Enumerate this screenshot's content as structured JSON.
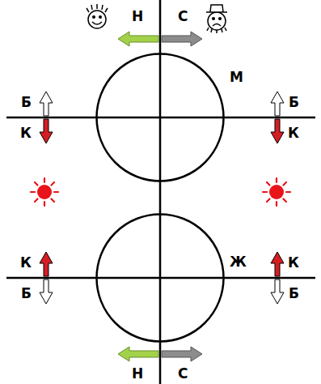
{
  "diagram": {
    "nodes": [
      {
        "text": [
          "М"
        ]
      },
      {
        "text": [
          "Ж"
        ]
      }
    ],
    "labels": [
      "Н",
      "С",
      "Б",
      "К",
      "Б",
      "К",
      "К",
      "Б",
      "К",
      "Б",
      "Н",
      "С"
    ]
  }
}
